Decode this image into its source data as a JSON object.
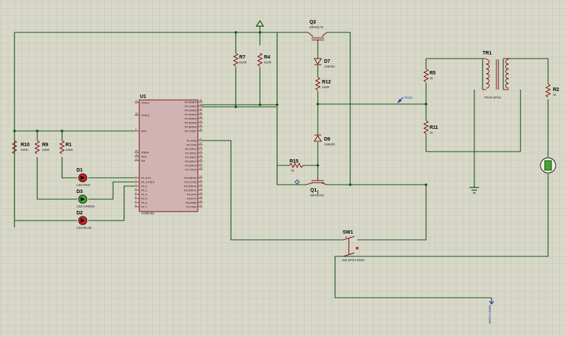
{
  "colors": {
    "grid_bg": "#d8d8c8",
    "grid_line": "#b4b4a4",
    "wire": "#0b4f0b",
    "component": "#7a1010",
    "mcu_fill": "#d2b3b3",
    "probe": "#1d3fa0"
  },
  "mcu": {
    "ref": "U1",
    "part": "AT89C52",
    "left_pins": [
      {
        "num": "19",
        "name": "XTAL1"
      },
      {
        "num": "18",
        "name": "XTAL2"
      },
      {
        "num": "9",
        "name": "RST"
      },
      {
        "num": "29",
        "name": "PSEN"
      },
      {
        "num": "30",
        "name": "ALE"
      },
      {
        "num": "31",
        "name": "EA"
      },
      {
        "num": "1",
        "name": "P1.0/T2"
      },
      {
        "num": "2",
        "name": "P1.1/T2EX"
      },
      {
        "num": "3",
        "name": "P1.2"
      },
      {
        "num": "4",
        "name": "P1.3"
      },
      {
        "num": "5",
        "name": "P1.4"
      },
      {
        "num": "6",
        "name": "P1.5"
      },
      {
        "num": "7",
        "name": "P1.6"
      },
      {
        "num": "8",
        "name": "P1.7"
      }
    ],
    "right_pins": [
      {
        "num": "39",
        "name": "P0.0/AD0"
      },
      {
        "num": "38",
        "name": "P0.1/AD1"
      },
      {
        "num": "37",
        "name": "P0.2/AD2"
      },
      {
        "num": "36",
        "name": "P0.3/AD3"
      },
      {
        "num": "35",
        "name": "P0.4/AD4"
      },
      {
        "num": "34",
        "name": "P0.5/AD5"
      },
      {
        "num": "33",
        "name": "P0.6/AD6"
      },
      {
        "num": "32",
        "name": "P0.7/AD7"
      },
      {
        "num": "21",
        "name": "P2.0/A8"
      },
      {
        "num": "22",
        "name": "P2.1/A9"
      },
      {
        "num": "23",
        "name": "P2.2/A10"
      },
      {
        "num": "24",
        "name": "P2.3/A11"
      },
      {
        "num": "25",
        "name": "P2.4/A12"
      },
      {
        "num": "26",
        "name": "P2.5/A13"
      },
      {
        "num": "27",
        "name": "P2.6/A14"
      },
      {
        "num": "28",
        "name": "P2.7/A15"
      },
      {
        "num": "10",
        "name": "P3.0/RXD"
      },
      {
        "num": "11",
        "name": "P3.1/TXD"
      },
      {
        "num": "12",
        "name": "P3.2/INT0"
      },
      {
        "num": "13",
        "name": "P3.3/INT1"
      },
      {
        "num": "14",
        "name": "P3.4/T0"
      },
      {
        "num": "15",
        "name": "P3.5/T1"
      },
      {
        "num": "16",
        "name": "P3.6/WR"
      },
      {
        "num": "17",
        "name": "P3.7/RD"
      }
    ]
  },
  "resistors": {
    "r10": {
      "ref": "R10",
      "value": "220R"
    },
    "r9": {
      "ref": "R9",
      "value": "220R"
    },
    "r1": {
      "ref": "R1",
      "value": "220R"
    },
    "r7": {
      "ref": "R7",
      "value": "510R"
    },
    "r4": {
      "ref": "R4",
      "value": "510R"
    },
    "r12": {
      "ref": "R12",
      "value": "220R"
    },
    "r15": {
      "ref": "R15",
      "value": "1k"
    },
    "r5": {
      "ref": "R5",
      "value": "1k"
    },
    "r11": {
      "ref": "R11",
      "value": "1k"
    },
    "r2": {
      "ref": "R2",
      "value": "1k"
    }
  },
  "leds": {
    "d1": {
      "ref": "D1",
      "value": "LED-RED",
      "color": "#cc2020"
    },
    "d3": {
      "ref": "D3",
      "value": "LED-GREEN",
      "color": "#3ea82a"
    },
    "d2": {
      "ref": "D2",
      "value": "LED-BLUE",
      "color": "#cc2020"
    }
  },
  "diodes": {
    "d7": {
      "ref": "D7",
      "value": "1N5400"
    },
    "d9": {
      "ref": "D9",
      "value": "1N5400"
    }
  },
  "transistors": {
    "q2": {
      "ref": "Q2",
      "value": "MPS5179"
    },
    "q1": {
      "ref": "Q1",
      "value": "MPS3703"
    }
  },
  "transformer": {
    "ref": "TR1",
    "value": "TRAN-2P2S"
  },
  "switch": {
    "ref": "SW1",
    "value": "SW-DPST-MOM"
  },
  "probe": {
    "label": "R1(1)"
  },
  "terminal": {
    "label": "SWITCHSW3"
  }
}
